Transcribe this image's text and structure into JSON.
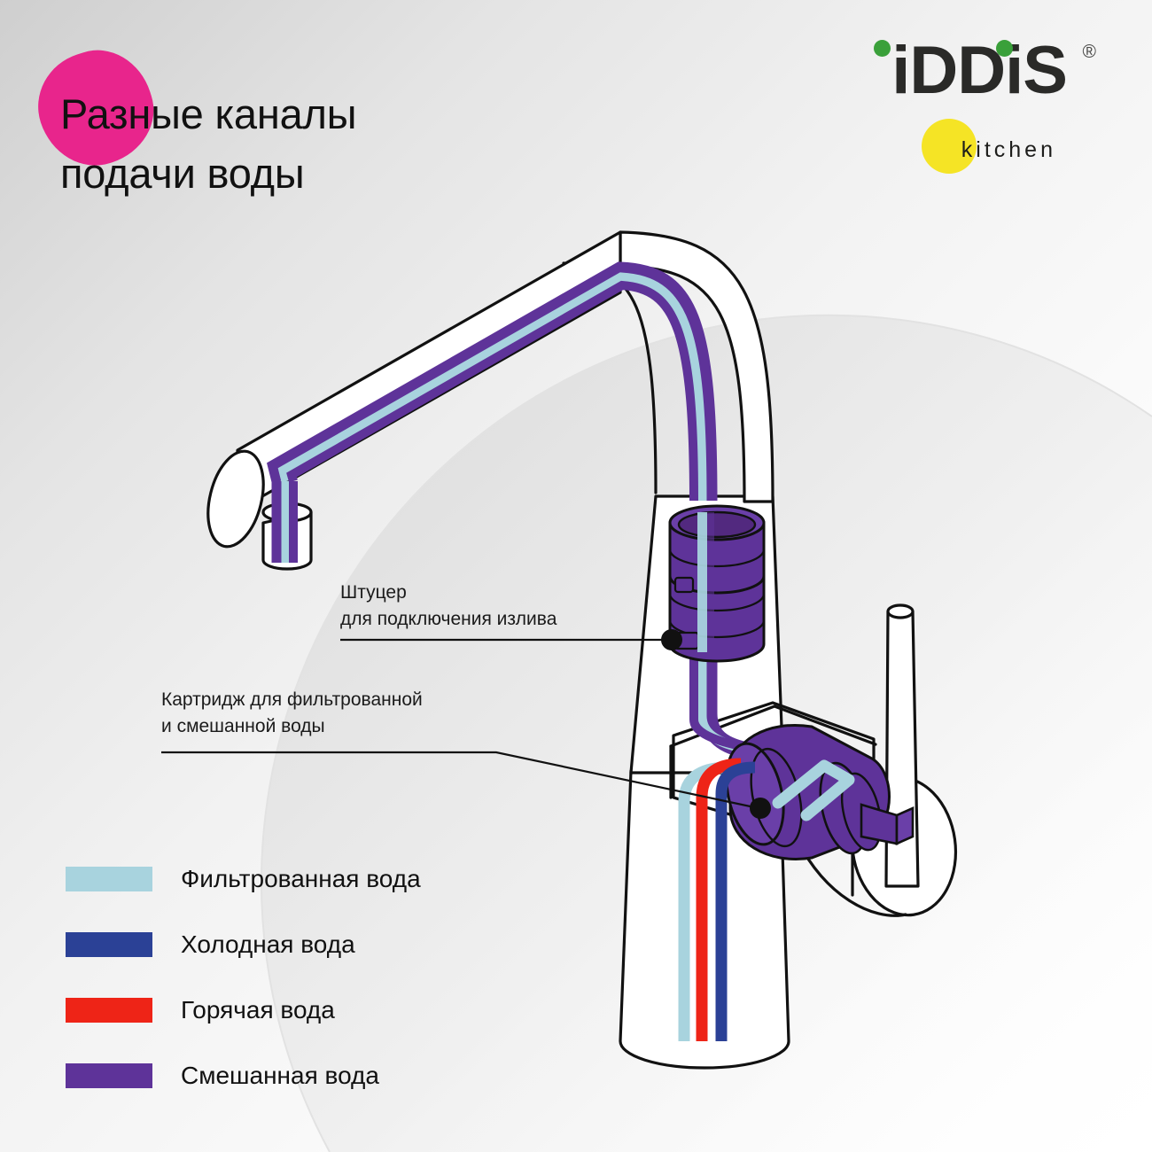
{
  "header": {
    "title": "Разные каналы\nподачи воды",
    "title_circle_color": "#e8258c"
  },
  "logo": {
    "wordmark": "iDDiS",
    "registered_mark": "®",
    "sub_label": "kitchen",
    "dot_color": "#3aa03a",
    "kitchen_circle_color": "#f5e425",
    "wordmark_color": "#2a2a28"
  },
  "callouts": [
    {
      "id": "spout-connector",
      "text": "Штуцер\nдля подключения излива"
    },
    {
      "id": "cartridge",
      "text": "Картридж для фильтрованной\nи смешанной воды"
    }
  ],
  "legend": {
    "items": [
      {
        "label": "Фильтрованная вода",
        "color": "#a8d3de"
      },
      {
        "label": "Холодная вода",
        "color": "#2b4196"
      },
      {
        "label": "Горячая вода",
        "color": "#ee2417"
      },
      {
        "label": "Смешанная вода",
        "color": "#5e3399"
      }
    ]
  },
  "illustration": {
    "name": "kitchen-faucet-cutaway",
    "outline_color": "#111111",
    "fill_color": "#ffffff",
    "channels": {
      "filtered": "#a8d3de",
      "cold": "#2b4196",
      "hot": "#ee2417",
      "mixed": "#5e3399"
    },
    "marker_color": "#111111"
  }
}
